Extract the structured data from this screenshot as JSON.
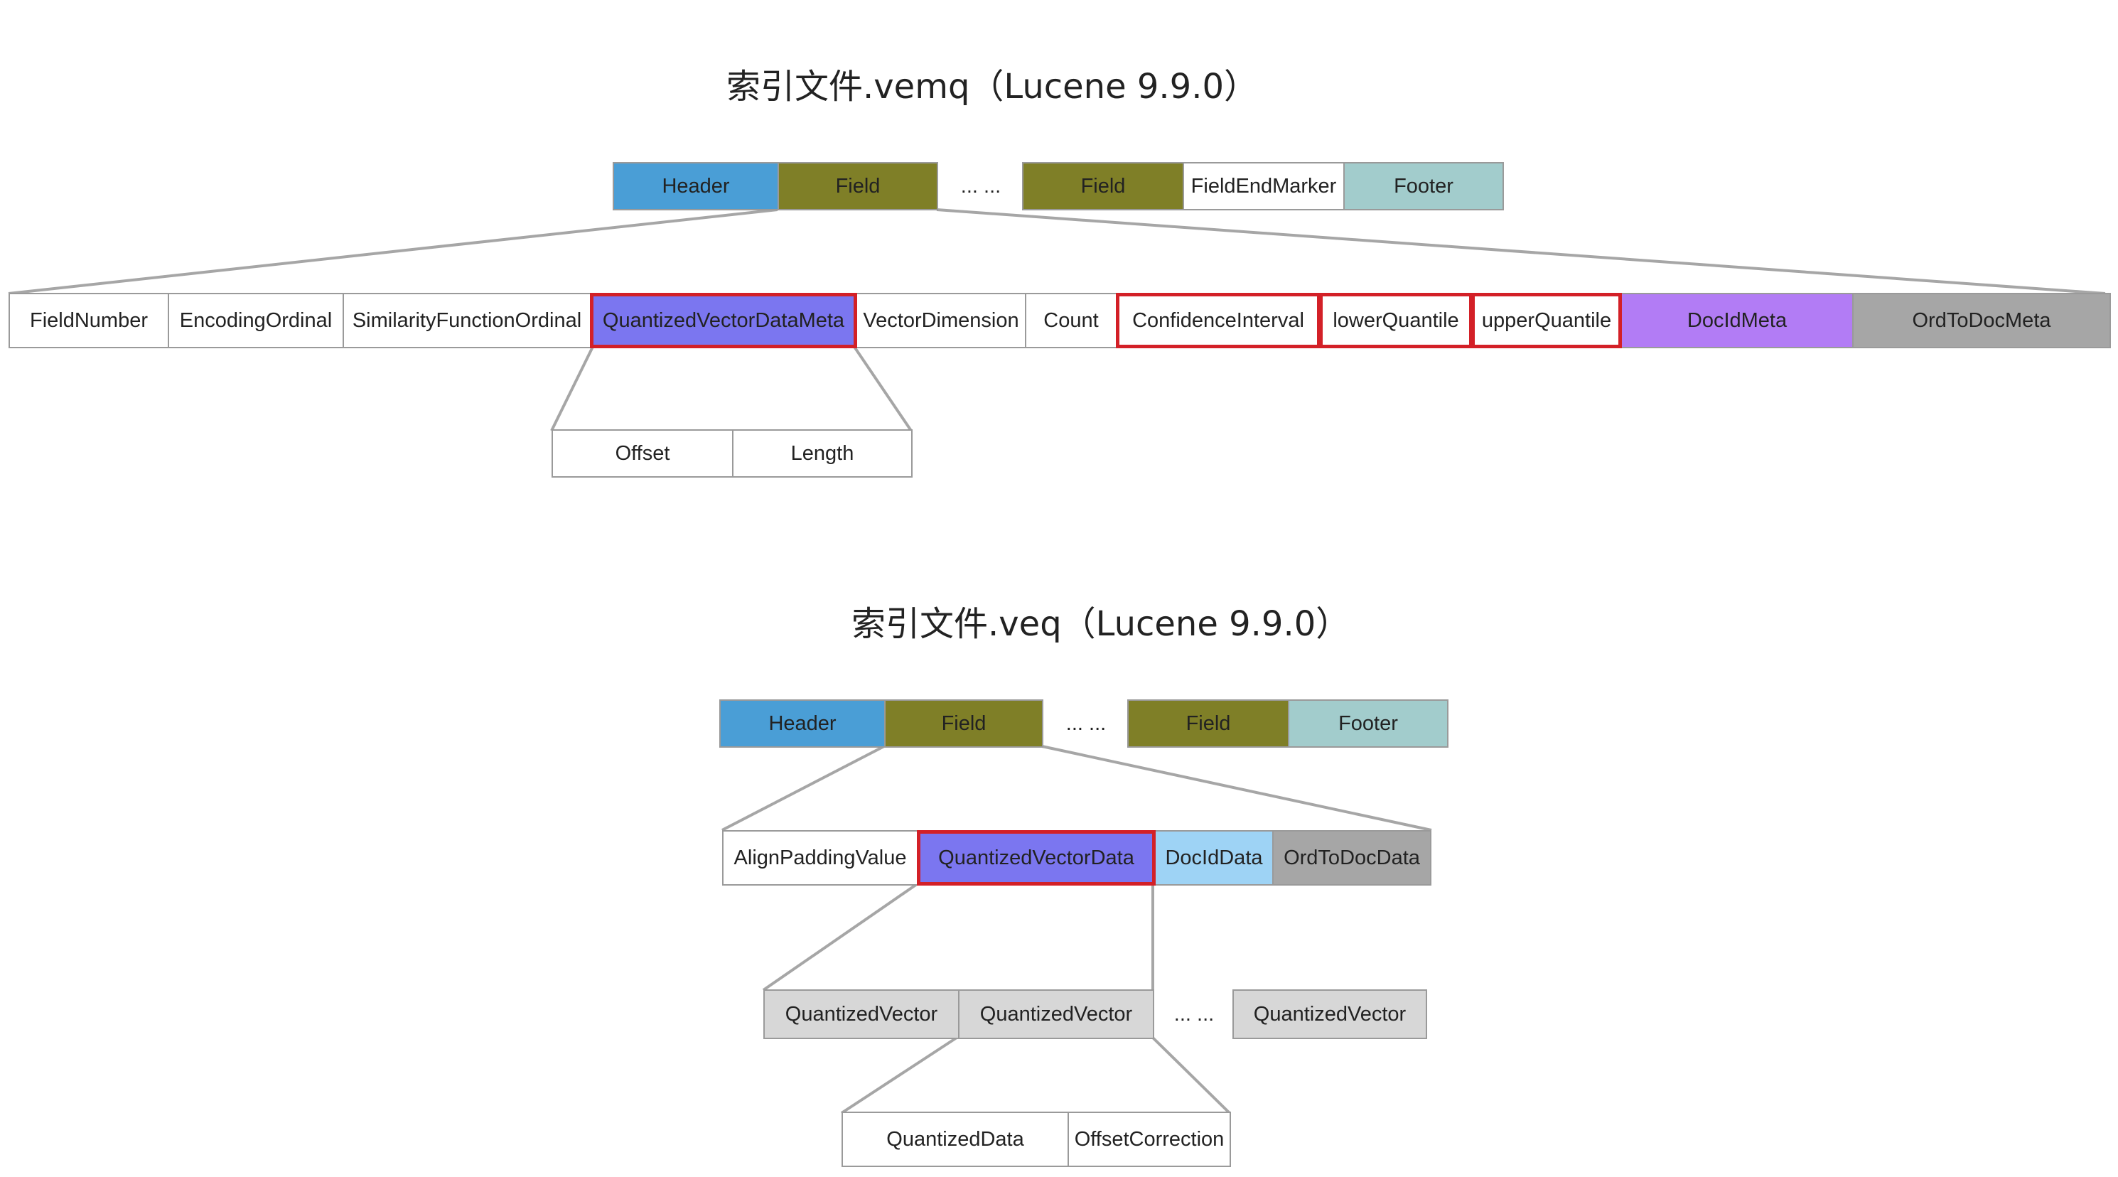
{
  "vemq": {
    "title": "索引文件.vemq（Lucene 9.9.0）",
    "top": [
      {
        "label": "Header",
        "color": "#4a9ed6"
      },
      {
        "label": "Field",
        "color": "#7f7f27"
      },
      {
        "label": "... ...",
        "color": null
      },
      {
        "label": "Field",
        "color": "#7f7f27"
      },
      {
        "label": "FieldEndMarker",
        "color": "#ffffff"
      },
      {
        "label": "Footer",
        "color": "#a2cccc"
      }
    ],
    "fields": [
      {
        "label": "FieldNumber",
        "color": "#ffffff",
        "highlight": false
      },
      {
        "label": "EncodingOrdinal",
        "color": "#ffffff",
        "highlight": false
      },
      {
        "label": "SimilarityFunctionOrdinal",
        "color": "#ffffff",
        "highlight": false
      },
      {
        "label": "QuantizedVectorDataMeta",
        "color": "#7b76f0",
        "highlight": true
      },
      {
        "label": "VectorDimension",
        "color": "#ffffff",
        "highlight": false
      },
      {
        "label": "Count",
        "color": "#ffffff",
        "highlight": false
      },
      {
        "label": "ConfidenceInterval",
        "color": "#ffffff",
        "highlight": true
      },
      {
        "label": "lowerQuantile",
        "color": "#ffffff",
        "highlight": true
      },
      {
        "label": "upperQuantile",
        "color": "#ffffff",
        "highlight": true
      },
      {
        "label": "DocIdMeta",
        "color": "#b27cf5",
        "highlight": false
      },
      {
        "label": "OrdToDocMeta",
        "color": "#a6a6a6",
        "highlight": false
      }
    ],
    "meta": [
      {
        "label": "Offset",
        "color": "#ffffff"
      },
      {
        "label": "Length",
        "color": "#ffffff"
      }
    ]
  },
  "veq": {
    "title": "索引文件.veq（Lucene 9.9.0）",
    "top": [
      {
        "label": "Header",
        "color": "#4a9ed6"
      },
      {
        "label": "Field",
        "color": "#7f7f27"
      },
      {
        "label": "... ...",
        "color": null
      },
      {
        "label": "Field",
        "color": "#7f7f27"
      },
      {
        "label": "Footer",
        "color": "#a2cccc"
      }
    ],
    "fields": [
      {
        "label": "AlignPaddingValue",
        "color": "#ffffff",
        "highlight": false
      },
      {
        "label": "QuantizedVectorData",
        "color": "#7b76f0",
        "highlight": true
      },
      {
        "label": "DocIdData",
        "color": "#9ed3f5",
        "highlight": false
      },
      {
        "label": "OrdToDocData",
        "color": "#a6a6a6",
        "highlight": false
      }
    ],
    "vectors": [
      {
        "label": "QuantizedVector",
        "color": "#d7d7d7"
      },
      {
        "label": "QuantizedVector",
        "color": "#d7d7d7"
      },
      {
        "label": "... ...",
        "color": null
      },
      {
        "label": "QuantizedVector",
        "color": "#d7d7d7"
      }
    ],
    "vector_parts": [
      {
        "label": "QuantizedData",
        "color": "#ffffff"
      },
      {
        "label": "OffsetCorrection",
        "color": "#ffffff"
      }
    ]
  }
}
